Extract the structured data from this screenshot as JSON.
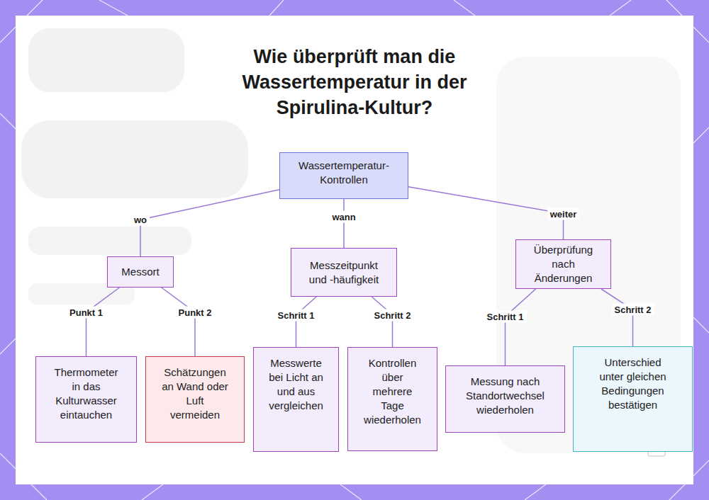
{
  "diagram": {
    "title": "Wie überprüft man die Wassertemperatur in der Spirulina-Kultur?",
    "nodes": [
      {
        "text": [
          "Wassertemperatur-Kontrollen"
        ]
      },
      {
        "text": [
          "Messort"
        ]
      },
      {
        "text": [
          "Messzeitpunkt und -häufigkeit"
        ]
      },
      {
        "text": [
          "Überprüfung nach Änderungen"
        ]
      },
      {
        "text": [
          "Thermometer in das Kulturwasser eintauchen"
        ]
      },
      {
        "text": [
          "Schätzungen an Wand oder Luft vermeiden"
        ]
      },
      {
        "text": [
          "Messwerte bei Licht an und aus vergleichen"
        ]
      },
      {
        "text": [
          "Kontrollen über mehrere Tage wiederholen"
        ]
      },
      {
        "text": [
          "Messung nach Standortwechsel wiederholen"
        ]
      },
      {
        "text": [
          "Unterschied unter gleichen Bedingungen bestätigen"
        ]
      }
    ],
    "edges": [
      {
        "from": 0,
        "to": 1,
        "label": "wo",
        "arrow": "none"
      },
      {
        "from": 0,
        "to": 2,
        "label": "wann",
        "arrow": "none"
      },
      {
        "from": 0,
        "to": 3,
        "label": "weiter",
        "arrow": "none"
      },
      {
        "from": 1,
        "to": 4,
        "label": "Punkt 1",
        "arrow": "none"
      },
      {
        "from": 1,
        "to": 5,
        "label": "Punkt 2",
        "arrow": "none"
      },
      {
        "from": 2,
        "to": 6,
        "label": "Schritt 1",
        "arrow": "none"
      },
      {
        "from": 2,
        "to": 7,
        "label": "Schritt 2",
        "arrow": "none"
      },
      {
        "from": 3,
        "to": 8,
        "label": "Schritt 1",
        "arrow": "none"
      },
      {
        "from": 3,
        "to": 9,
        "label": "Schritt 2",
        "arrow": "none"
      }
    ]
  }
}
